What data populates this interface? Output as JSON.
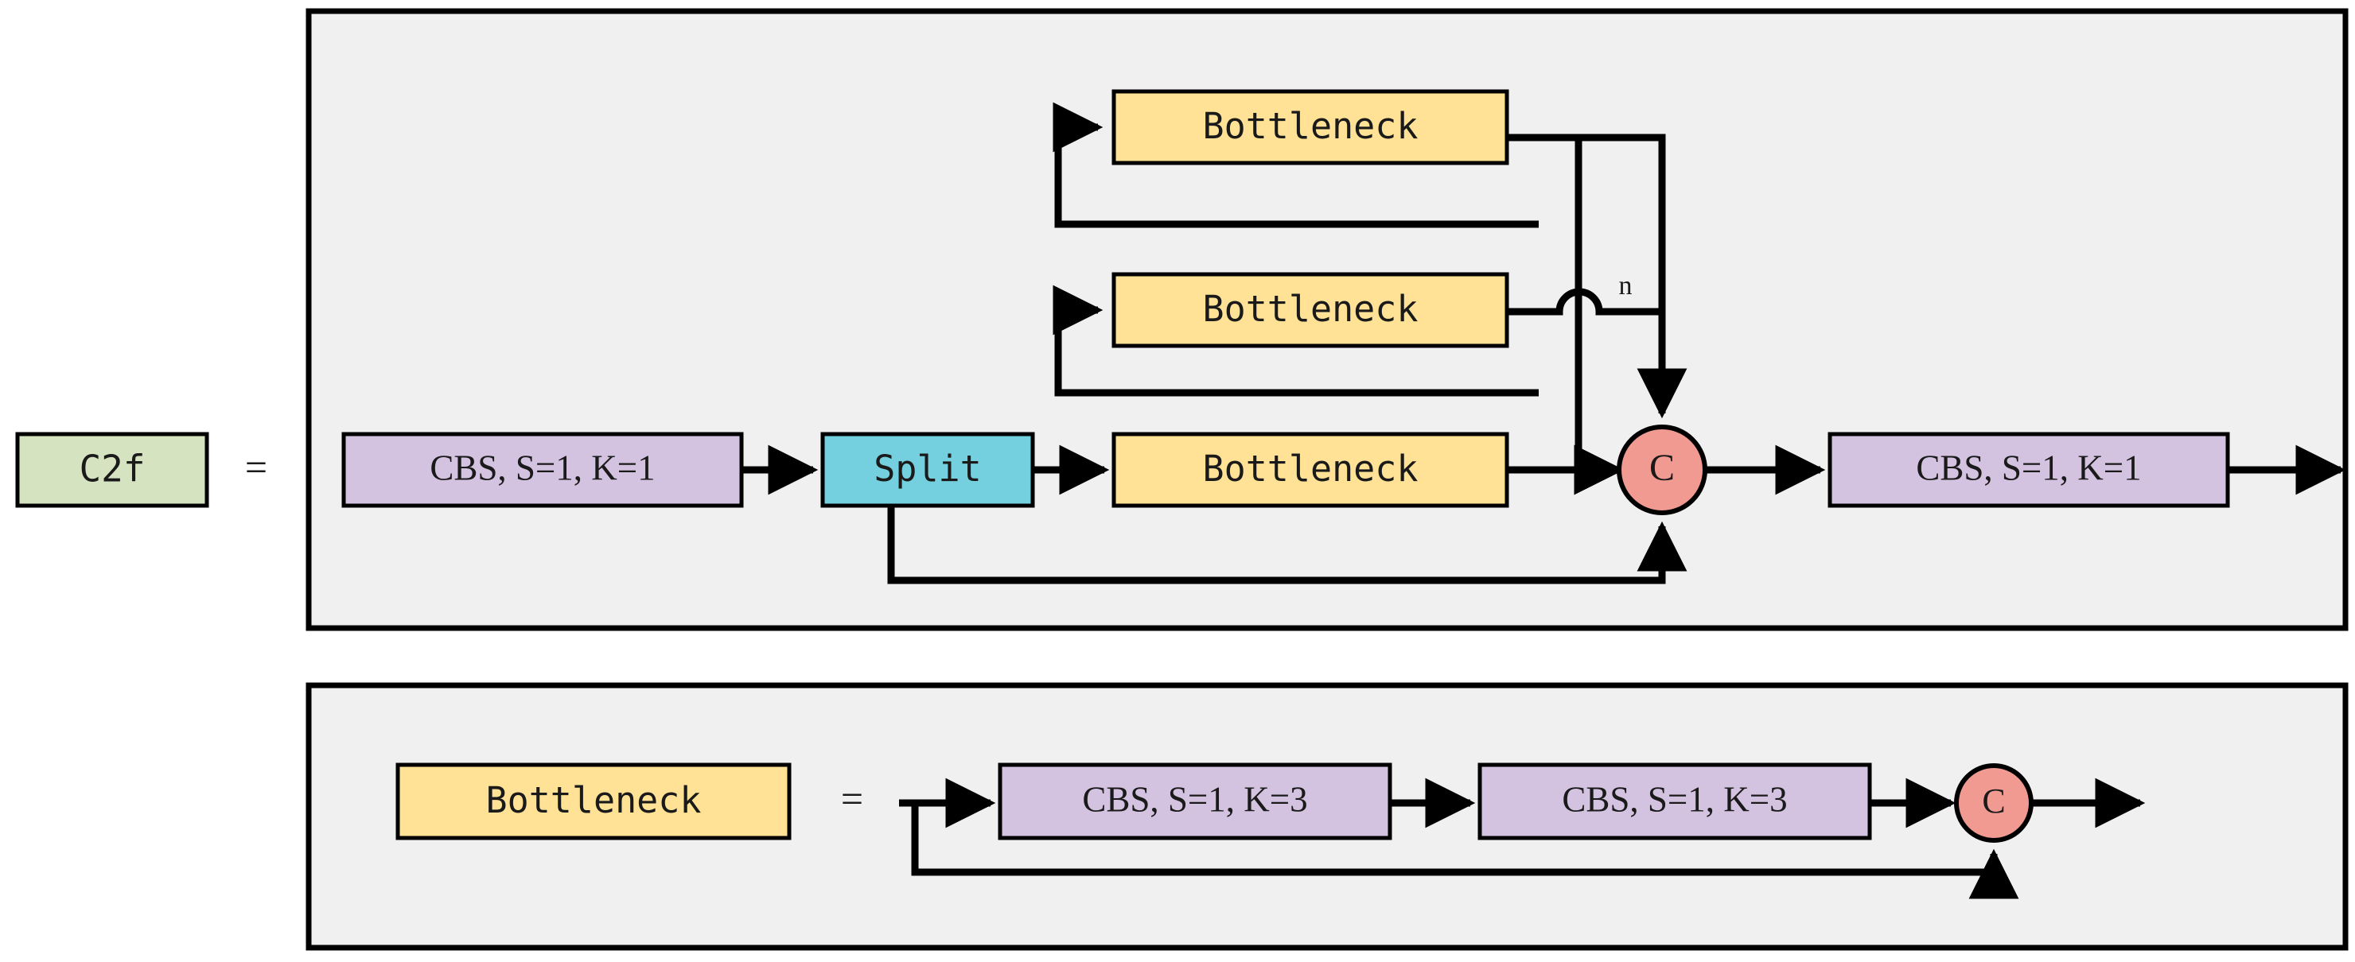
{
  "figure": {
    "background_color": "#ffffff",
    "panel_fill": "#f0f0f0",
    "panel_stroke": "#000000",
    "line_color": "#000000"
  },
  "colors": {
    "green": "#d6e3c0",
    "purple": "#d4c3e0",
    "yellow": "#ffe295",
    "cyan": "#74cfde",
    "salmon": "#f09a91",
    "stroke": "#000000",
    "panel_bg": "#f0f0f0"
  },
  "top_panel": {
    "name": "c2f-definition-panel",
    "left_label": "C2f",
    "equals": "=",
    "repeat_label": "n",
    "nodes": {
      "cbs_in": "CBS, S=1, K=1",
      "split": "Split",
      "bottleneck_top": "Bottleneck",
      "bottleneck_mid": "Bottleneck",
      "bottleneck_bot": "Bottleneck",
      "concat": "C",
      "cbs_out": "CBS, S=1, K=1"
    }
  },
  "bottom_panel": {
    "name": "bottleneck-definition-panel",
    "left_label": "Bottleneck",
    "equals": "=",
    "nodes": {
      "cbs_a": "CBS, S=1, K=3",
      "cbs_b": "CBS, S=1, K=3",
      "concat": "C"
    }
  }
}
